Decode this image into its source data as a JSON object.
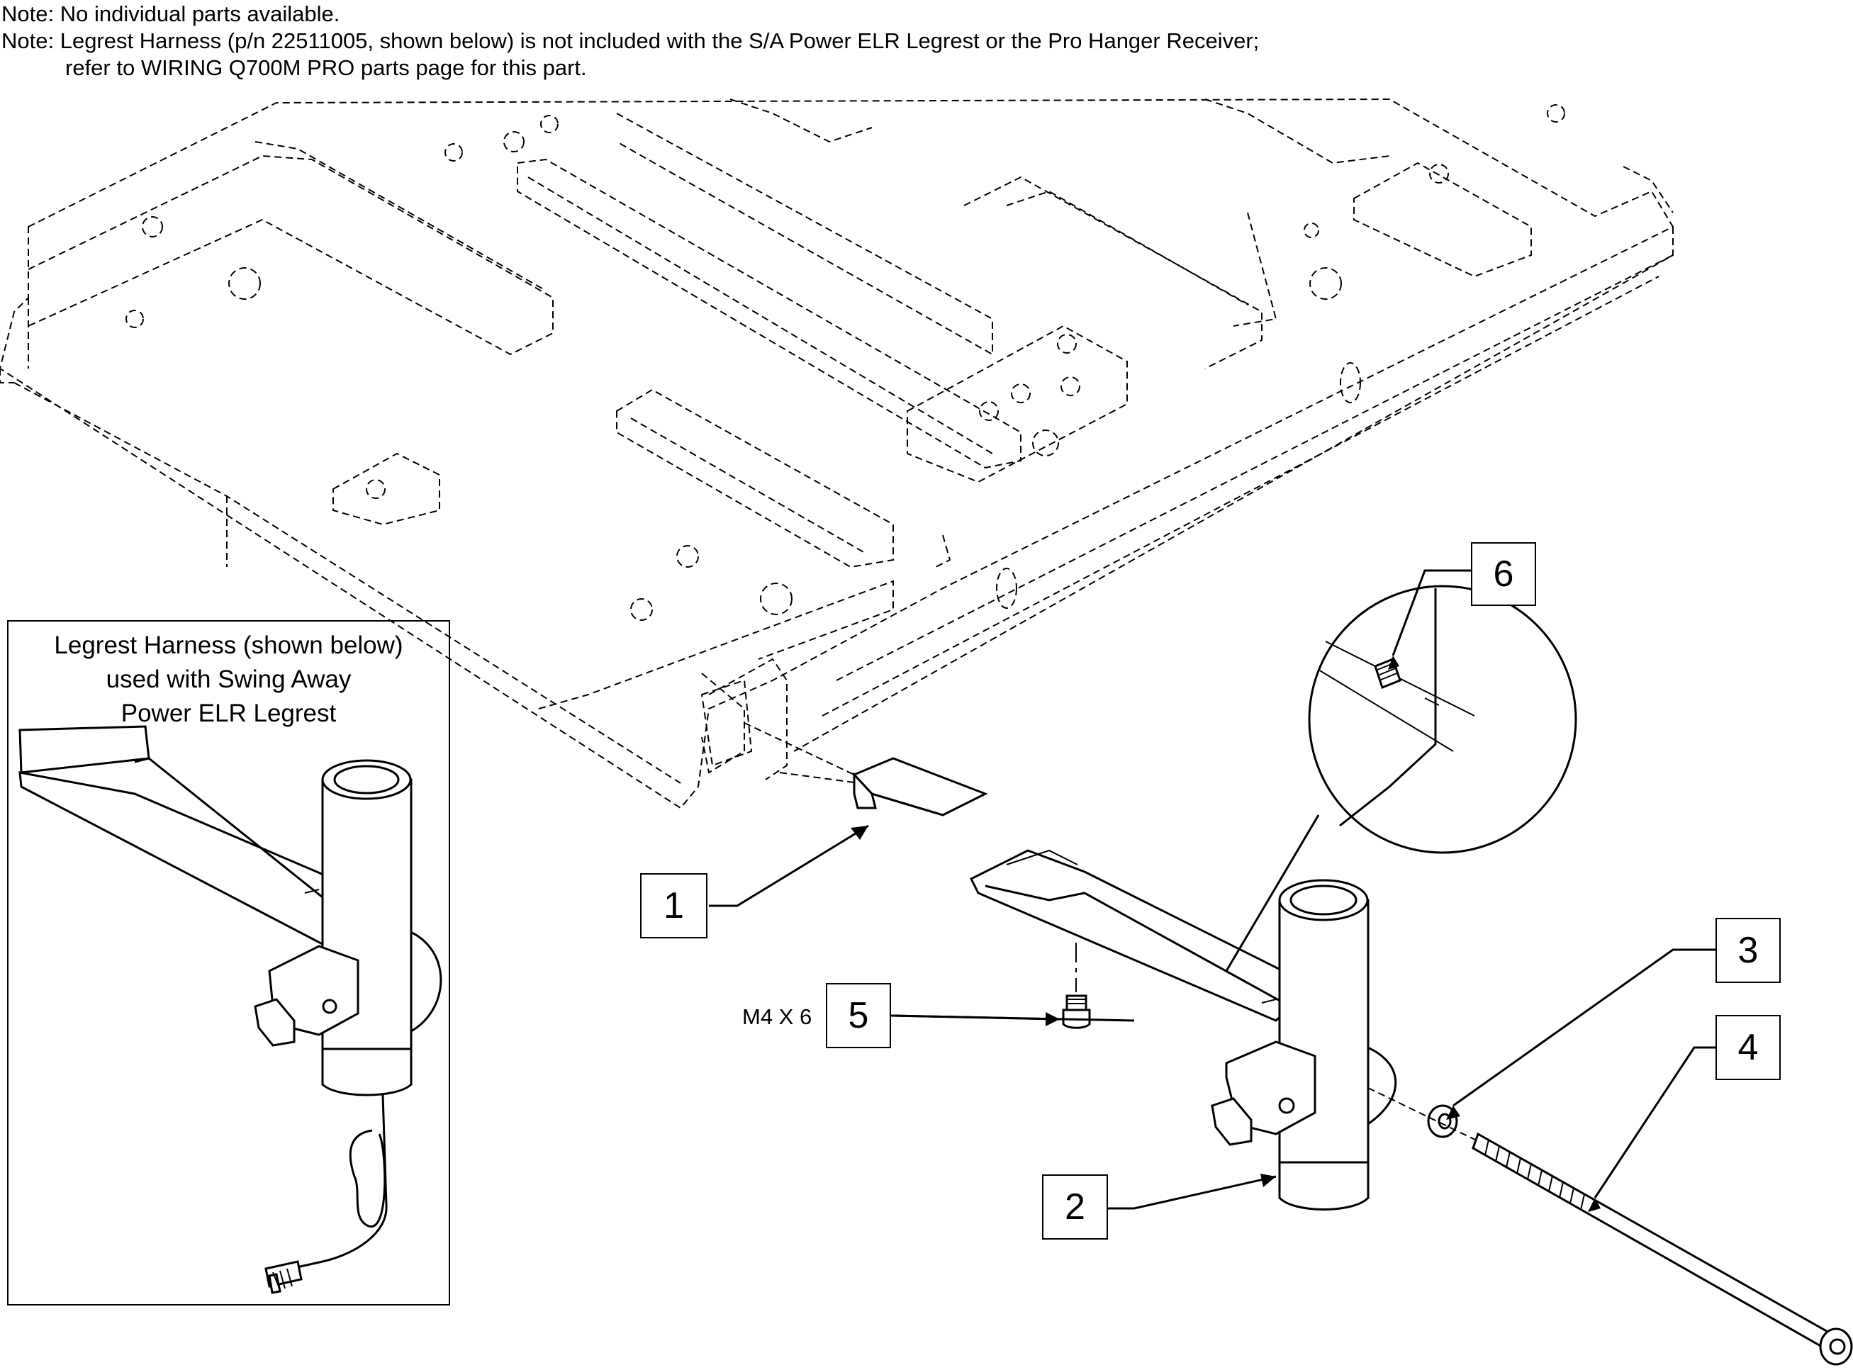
{
  "notes": {
    "line1": "Note: No individual parts available.",
    "line2": "Note: Legrest Harness (p/n 22511005, shown below) is not included with the S/A Power ELR Legrest or the Pro Hanger Receiver;",
    "line3": "refer to WIRING Q700M PRO parts page for this part."
  },
  "inset": {
    "title_line1": "Legrest Harness (shown below)",
    "title_line2": "used with Swing Away",
    "title_line3": "Power ELR Legrest"
  },
  "callouts": [
    "1",
    "2",
    "3",
    "4",
    "5",
    "6"
  ],
  "fastener_size_label": "M4 X 6"
}
